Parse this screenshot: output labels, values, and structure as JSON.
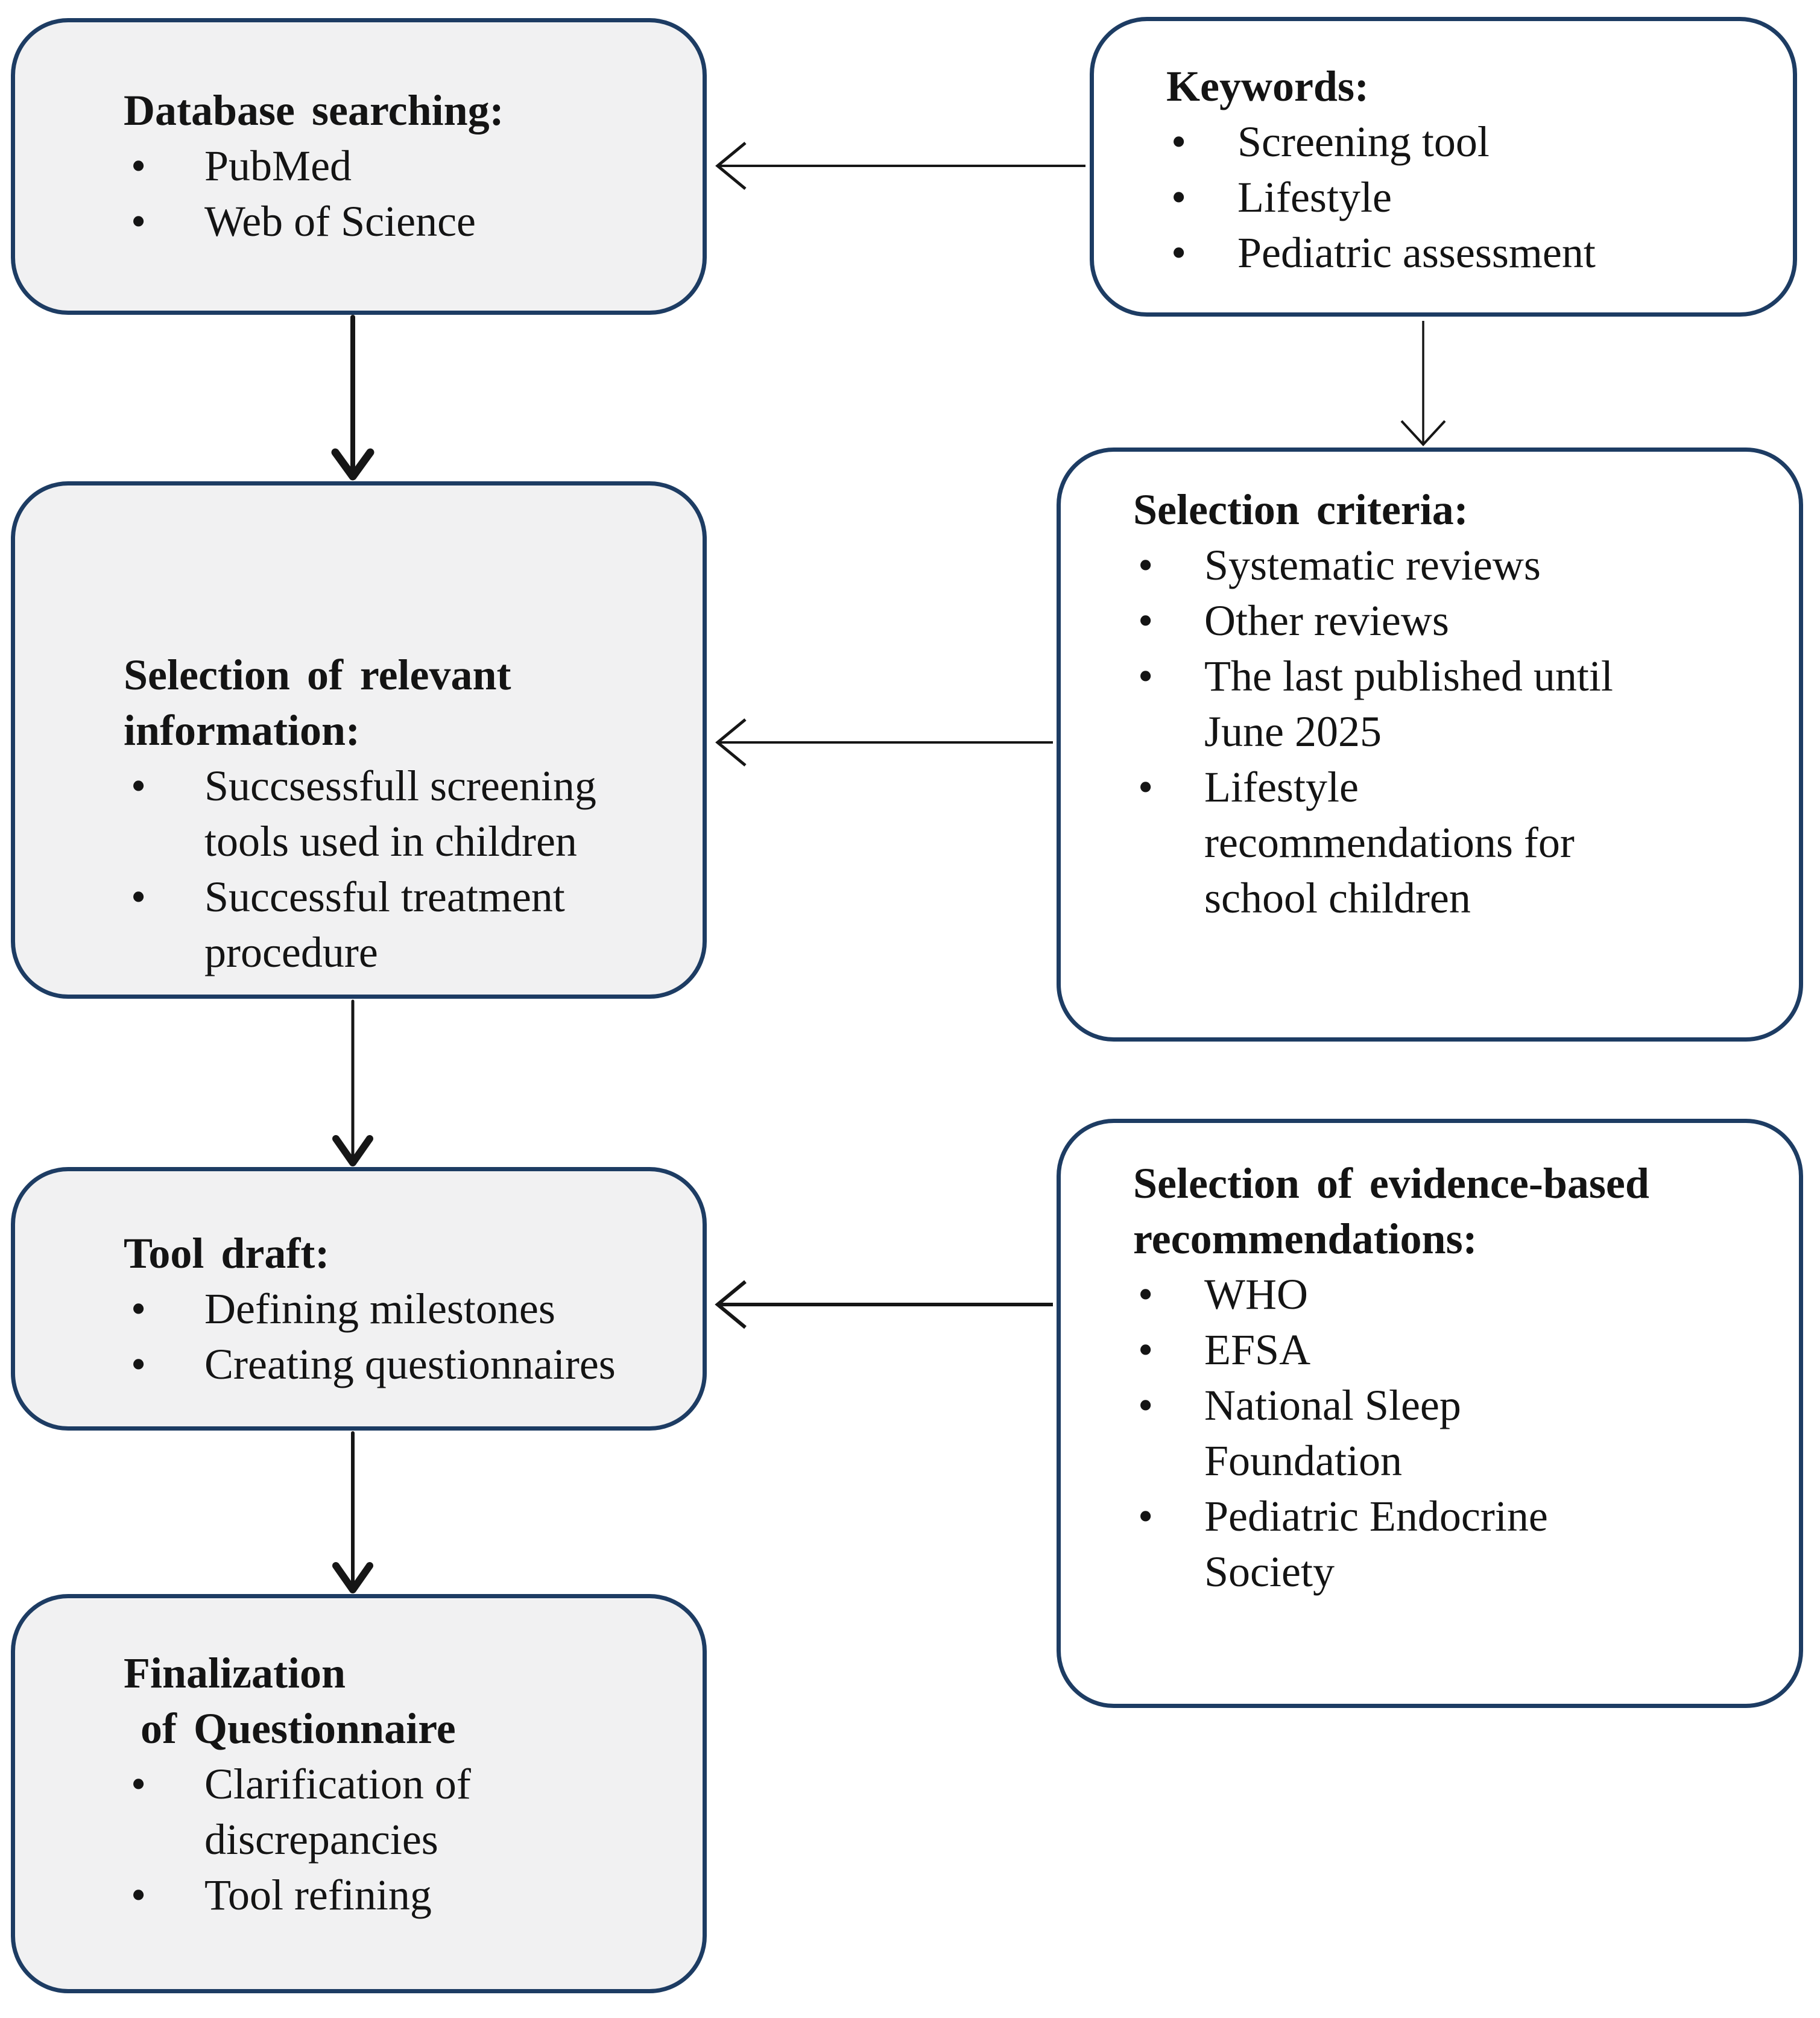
{
  "figure": {
    "type": "flowchart",
    "colors": {
      "box_border": "#1d3c63",
      "left_box_fill": "#f1f1f2",
      "right_box_fill": "#ffffff",
      "arrow": "#161616",
      "text": "#141414",
      "background": "#ffffff"
    }
  },
  "boxes": {
    "database": {
      "heading": "Database searching:",
      "bullets": [
        "PubMed",
        "Web of Science"
      ]
    },
    "keywords": {
      "heading": "Keywords:",
      "bullets": [
        "Screening tool",
        "Lifestyle",
        "Pediatric assessment"
      ]
    },
    "selection_info": {
      "heading": "Selection of relevant information:",
      "bullets": [
        "Succsessfull screening tools used in children",
        "Successful treatment procedure"
      ]
    },
    "criteria": {
      "heading": "Selection criteria:",
      "bullets": [
        "Systematic reviews",
        "Other reviews",
        "The last published until June 2025",
        "Lifestyle recommendations for school children"
      ]
    },
    "tool_draft": {
      "heading": "Tool draft:",
      "bullets": [
        "Defining milestones",
        "Creating questionnaires"
      ]
    },
    "evidence": {
      "heading": "Selection of evidence-based recommendations:",
      "bullets": [
        "WHO",
        "EFSA",
        "National Sleep Foundation",
        "Pediatric Endocrine Society"
      ]
    },
    "finalization": {
      "heading": "Finalization\n of Questionnaire",
      "bullets": [
        "Clarification of discrepancies",
        "Tool refining"
      ]
    }
  },
  "connections": [
    {
      "from": "keywords",
      "to": "database",
      "style": "thin-horizontal"
    },
    {
      "from": "keywords",
      "to": "criteria",
      "style": "thin-vertical"
    },
    {
      "from": "database",
      "to": "selection_info",
      "style": "thick-vertical"
    },
    {
      "from": "criteria",
      "to": "selection_info",
      "style": "thin-horizontal"
    },
    {
      "from": "selection_info",
      "to": "tool_draft",
      "style": "thick-vertical"
    },
    {
      "from": "evidence",
      "to": "tool_draft",
      "style": "thin-horizontal"
    },
    {
      "from": "tool_draft",
      "to": "finalization",
      "style": "thick-vertical"
    }
  ]
}
